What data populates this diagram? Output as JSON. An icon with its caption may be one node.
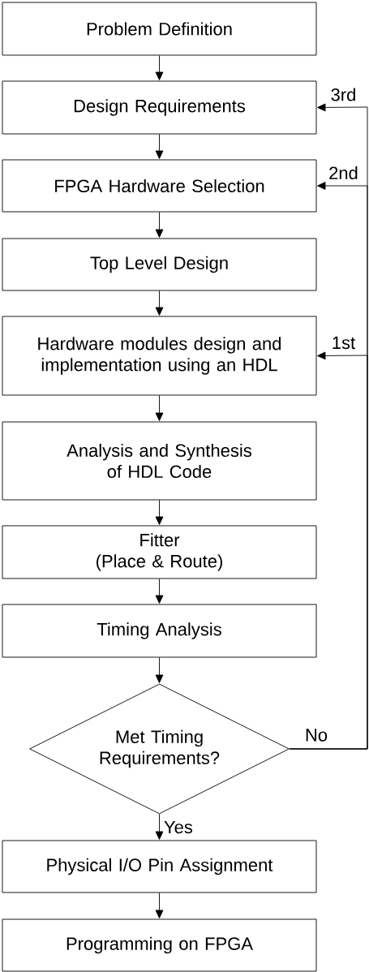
{
  "diagram": {
    "nodes": [
      {
        "text": [
          "Problem Definition"
        ]
      },
      {
        "text": [
          "Design Requirements"
        ]
      },
      {
        "text": [
          "FPGA Hardware Selection"
        ]
      },
      {
        "text": [
          "Top Level Design"
        ]
      },
      {
        "text": [
          "Hardware modules design and implementation using an HDL"
        ]
      },
      {
        "text": [
          "Analysis and Synthesis of HDL Code"
        ]
      },
      {
        "text": [
          "Fitter",
          "(Place & Route)"
        ]
      },
      {
        "text": [
          "Timing Analysis"
        ]
      },
      {
        "text": [
          "Met Timing Requirements?"
        ]
      },
      {
        "text": [
          "Physical I/O Pin Assignment"
        ]
      },
      {
        "text": [
          "Programming on FPGA"
        ]
      }
    ],
    "edges": [
      {
        "from": 0,
        "to": 1,
        "arrow": "to"
      },
      {
        "from": 1,
        "to": 2,
        "arrow": "to"
      },
      {
        "from": 2,
        "to": 3,
        "arrow": "to"
      },
      {
        "from": 3,
        "to": 4,
        "arrow": "to"
      },
      {
        "from": 4,
        "to": 5,
        "arrow": "to"
      },
      {
        "from": 5,
        "to": 6,
        "arrow": "to"
      },
      {
        "from": 6,
        "to": 7,
        "arrow": "to"
      },
      {
        "from": 7,
        "to": 8,
        "arrow": "to"
      },
      {
        "from": 8,
        "to": 9,
        "arrow": "to",
        "label": "Yes"
      },
      {
        "from": 9,
        "to": 10,
        "arrow": "to"
      },
      {
        "from": 8,
        "to": 4,
        "arrow": "to",
        "label": "1st"
      },
      {
        "from": 8,
        "to": 2,
        "arrow": "to",
        "label": "2nd"
      },
      {
        "from": 8,
        "to": 1,
        "arrow": "to",
        "label": "3rd"
      }
    ],
    "labels": [
      "No"
    ]
  }
}
